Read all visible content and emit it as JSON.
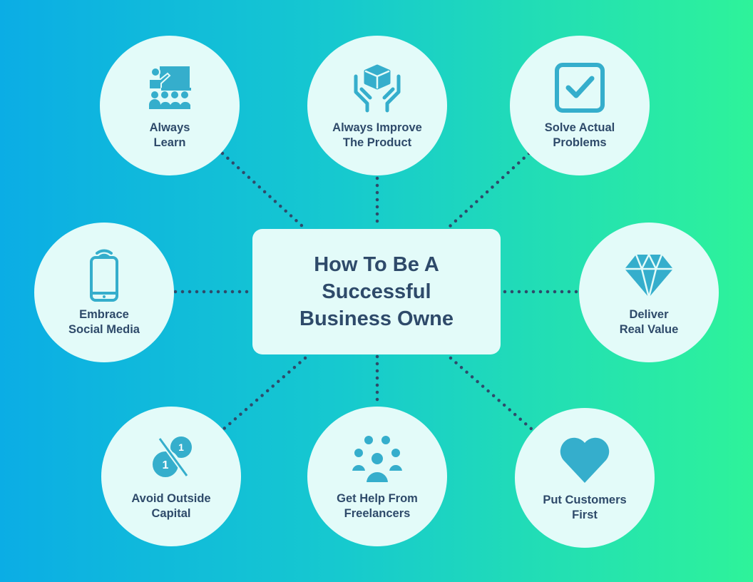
{
  "title": "How To Be A\nSuccessful\nBusiness Owne",
  "colors": {
    "icon": "#35aecc",
    "text": "#2e4a6a",
    "node": "#e3fbf9",
    "dots": "#2e4a6a"
  },
  "nodes": [
    {
      "label": "Always\nLearn",
      "icon": "teacher-classroom-icon"
    },
    {
      "label": "Always Improve\nThe Product",
      "icon": "hands-holding-box-icon"
    },
    {
      "label": "Solve Actual\nProblems",
      "icon": "checkbox-icon"
    },
    {
      "label": "Embrace\nSocial Media",
      "icon": "smartphone-wifi-icon"
    },
    {
      "label": "Deliver\nReal Value",
      "icon": "diamond-icon"
    },
    {
      "label": "Avoid Outside\nCapital",
      "icon": "crossed-coins-icon",
      "coin_text": "1"
    },
    {
      "label": "Get Help From\nFreelancers",
      "icon": "team-group-icon"
    },
    {
      "label": "Put Customers\nFirst",
      "icon": "heart-icon"
    }
  ]
}
